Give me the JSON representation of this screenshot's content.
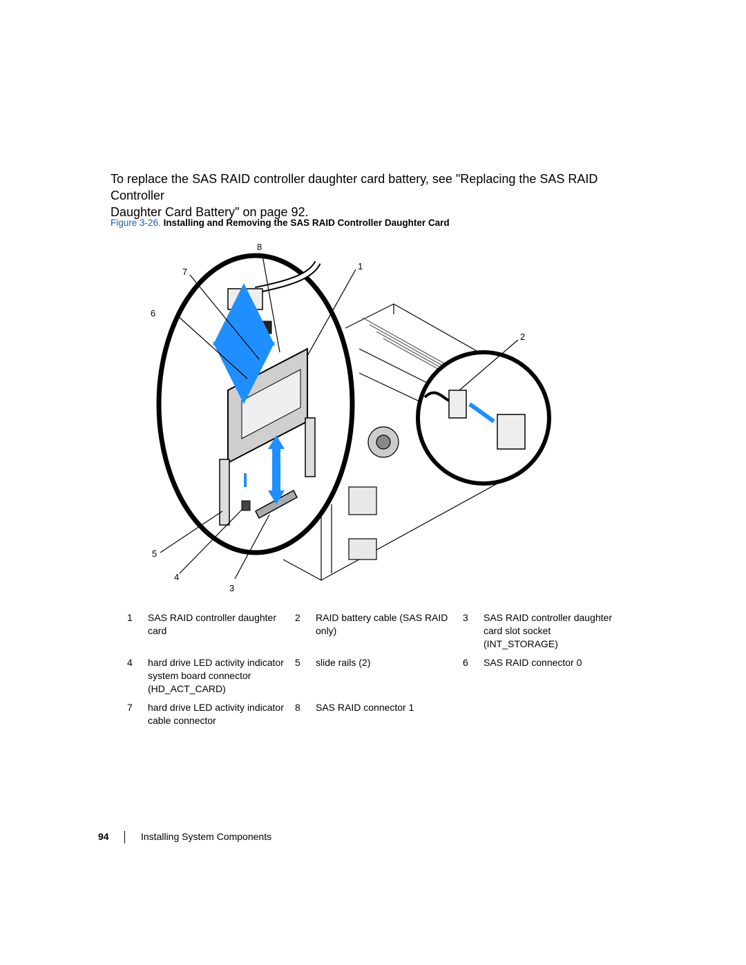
{
  "intro": {
    "line1": "To replace the SAS RAID controller daughter card battery, see \"Replacing the SAS RAID Controller",
    "line2": "Daughter Card Battery\" on page 92."
  },
  "figure": {
    "caption_lead": "Figure 3-26.",
    "caption_title": "Installing and Removing the SAS RAID Controller Daughter Card",
    "callouts": [
      "8",
      "1",
      "7",
      "6",
      "2",
      "5",
      "4",
      "3"
    ],
    "accent_color": "#1f8fff"
  },
  "legend": [
    {
      "num": "1",
      "text": "SAS RAID controller daughter card"
    },
    {
      "num": "2",
      "text": "RAID battery cable (SAS RAID only)"
    },
    {
      "num": "3",
      "text": "SAS RAID controller daughter card slot socket (INT_STORAGE)"
    },
    {
      "num": "4",
      "text": "hard drive LED activity indicator system board connector (HD_ACT_CARD)"
    },
    {
      "num": "5",
      "text": "slide rails (2)"
    },
    {
      "num": "6",
      "text": "SAS RAID connector 0"
    },
    {
      "num": "7",
      "text": "hard drive LED activity indicator cable connector"
    },
    {
      "num": "8",
      "text": "SAS RAID connector 1"
    }
  ],
  "footer": {
    "page_number": "94",
    "section": "Installing System Components"
  }
}
